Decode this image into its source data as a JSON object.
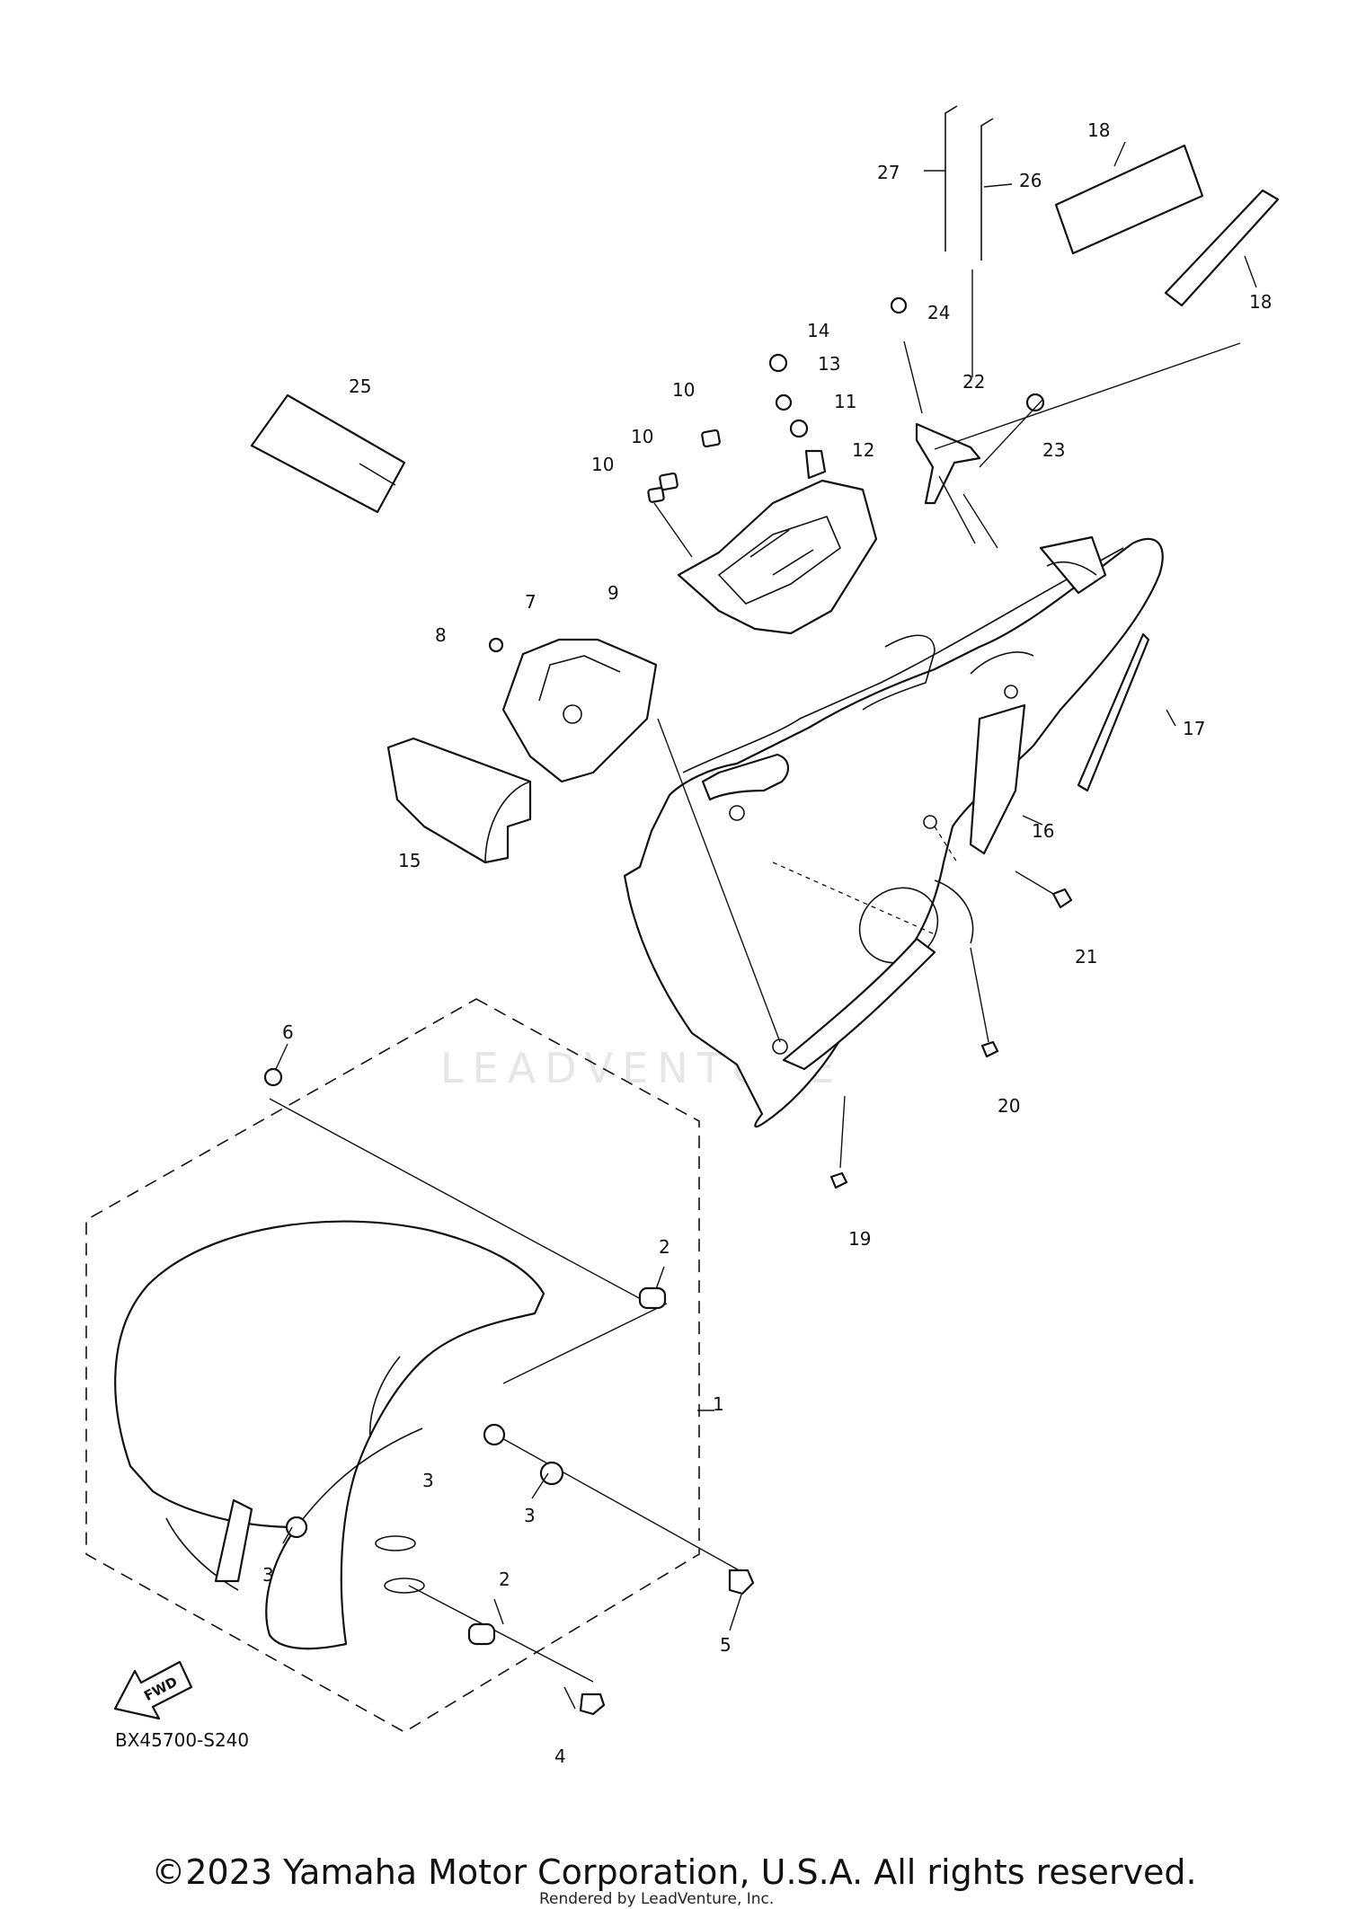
{
  "diagram": {
    "code": "BX45700-S240",
    "fwd_label": "FWD",
    "watermark": "LEADVENTURE",
    "callouts": [
      "1",
      "2",
      "2",
      "3",
      "3",
      "3",
      "4",
      "5",
      "6",
      "7",
      "8",
      "9",
      "10",
      "10",
      "10",
      "11",
      "12",
      "13",
      "14",
      "15",
      "16",
      "17",
      "18",
      "18",
      "19",
      "20",
      "21",
      "22",
      "23",
      "24",
      "25",
      "26",
      "27"
    ]
  },
  "footer": {
    "copyright": "©2023 Yamaha Motor Corporation, U.S.A. All rights reserved.",
    "rendered_by": "Rendered by LeadVenture, Inc."
  }
}
